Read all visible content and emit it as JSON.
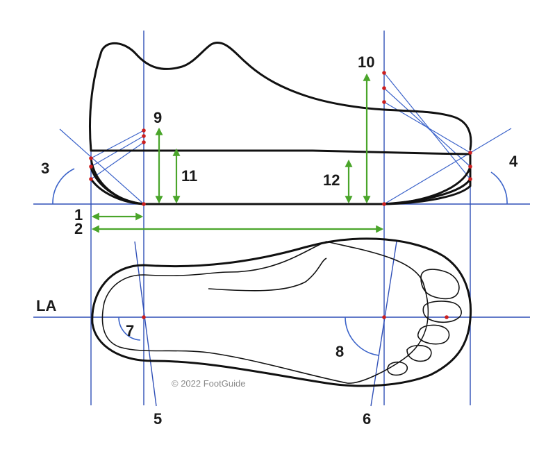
{
  "labels": {
    "n1": "1",
    "n2": "2",
    "n3": "3",
    "n4": "4",
    "n5": "5",
    "n6": "6",
    "n7": "7",
    "n8": "8",
    "n9": "9",
    "n10": "10",
    "n11": "11",
    "n12": "12",
    "la": "LA"
  },
  "copyright": "© 2022 FootGuide",
  "colors": {
    "reference_lines": "#2f4fb7",
    "dimension_arrows": "#4aa52a",
    "points": "#cc1f1f",
    "outline": "#111111"
  }
}
